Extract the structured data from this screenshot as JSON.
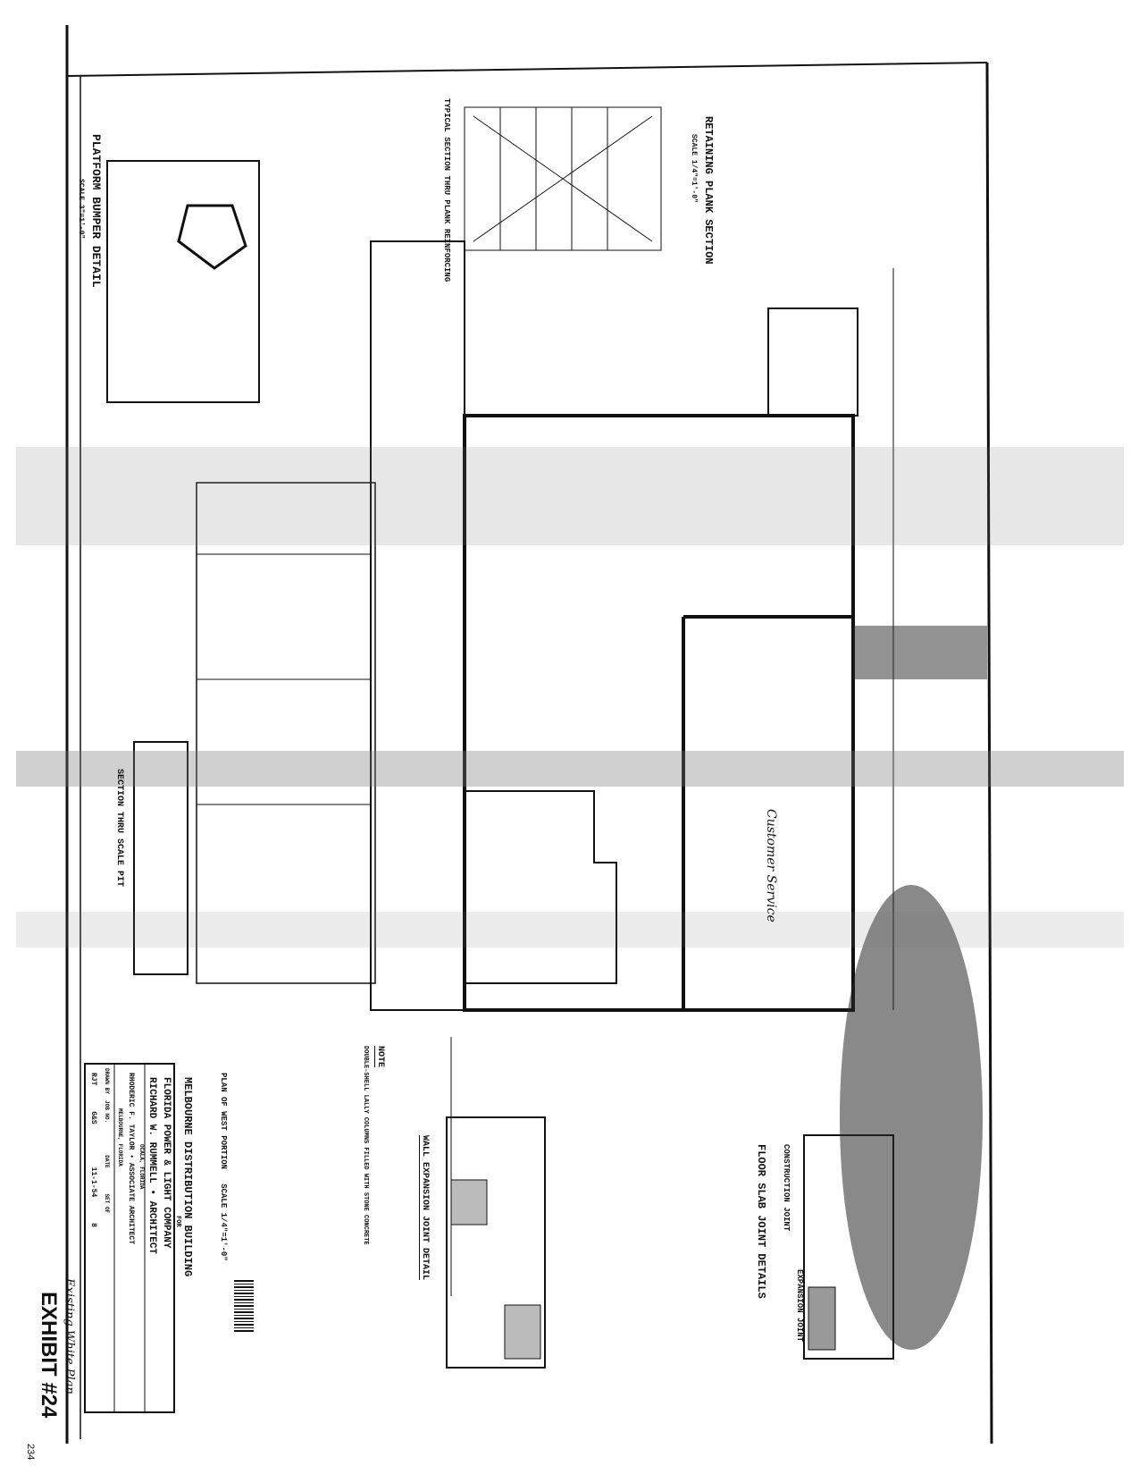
{
  "title_block": {
    "plan_title": "PLAN OF WEST PORTION",
    "plan_scale": "SCALE 1/4\"=1'-0\"",
    "project": "MELBOURNE DISTRIBUTION BUILDING",
    "for": "FOR",
    "client": "FLORIDA POWER & LIGHT COMPANY",
    "architect": "RICHARD W. RUMMELL • ARCHITECT",
    "architect_city": "OCALA, FLORIDA",
    "associate": "RHODERIC F. TAYLOR • ASSOCIATE ARCHITECT",
    "associate_city": "MELBOURNE, FLORIDA",
    "headers": [
      "DRAWN BY",
      "JOB NO.",
      "DATE",
      "SET OF"
    ],
    "values": [
      "RJT",
      "G&S",
      "11-1-54",
      "8"
    ]
  },
  "details": {
    "retaining": "RETAINING PLANK SECTION",
    "retaining_scale": "SCALE 1/4\"=1'-0\"",
    "typical": "TYPICAL SECTION THRU PLANK REINFORCING",
    "bumper": "PLATFORM BUMPER DETAIL",
    "bumper_scale": "SCALE 3\"=1'-0\"",
    "section_thru": "SECTION THRU SCALE PIT",
    "wall_joint": "WALL EXPANSION JOINT DETAIL",
    "floor_joint": "FLOOR SLAB JOINT DETAILS",
    "construction_joint": "CONSTRUCTION JOINT",
    "expansion_joint": "EXPANSION JOINT",
    "note_title": "NOTE",
    "note_text": "DOUBLE-SHELL LALLY COLUMNS FILLED WITH STONE CONCRETE"
  },
  "annotations": {
    "handwritten_plan": "Existing White Plan",
    "handwritten_room": "Customer Service",
    "exhibit": "EXHIBIT #24",
    "page_number": "234"
  }
}
